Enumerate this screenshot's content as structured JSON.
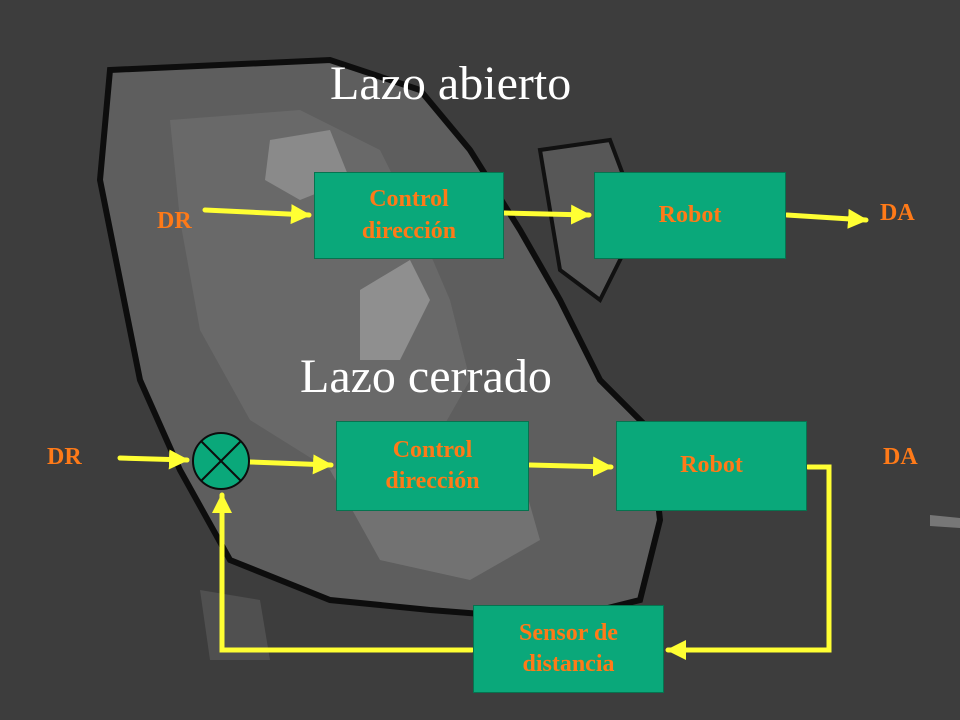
{
  "titles": {
    "open_loop": "Lazo abierto",
    "closed_loop": "Lazo cerrado"
  },
  "open_loop": {
    "input": "DR",
    "controller": "Control\ndirección",
    "plant": "Robot",
    "output": "DA"
  },
  "closed_loop": {
    "input": "DR",
    "controller": "Control\ndirección",
    "plant": "Robot",
    "output": "DA",
    "sensor": "Sensor de\ndistancia"
  },
  "colors": {
    "background": "#3d3d3d",
    "block": "#0aa87a",
    "label": "#ff7a18",
    "wire": "#ffff33",
    "title": "#ffffff"
  },
  "icons": {
    "summing_junction": "circle-with-x"
  }
}
